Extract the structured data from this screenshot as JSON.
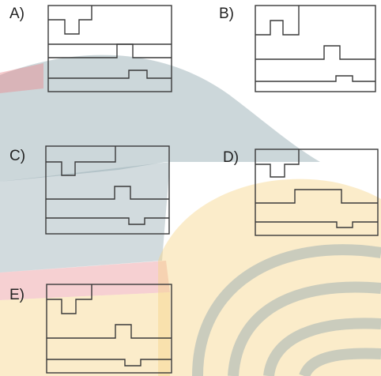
{
  "options": [
    {
      "id": "a",
      "label": "A)"
    },
    {
      "id": "b",
      "label": "B)"
    },
    {
      "id": "c",
      "label": "C)"
    },
    {
      "id": "d",
      "label": "D)"
    },
    {
      "id": "e",
      "label": "E)"
    }
  ],
  "colors": {
    "line": "#3a3a3a",
    "label": "#222222",
    "watermark_grey": "#8fa6ad",
    "watermark_red": "#e98a8e",
    "watermark_yellow": "#f6d58a"
  }
}
